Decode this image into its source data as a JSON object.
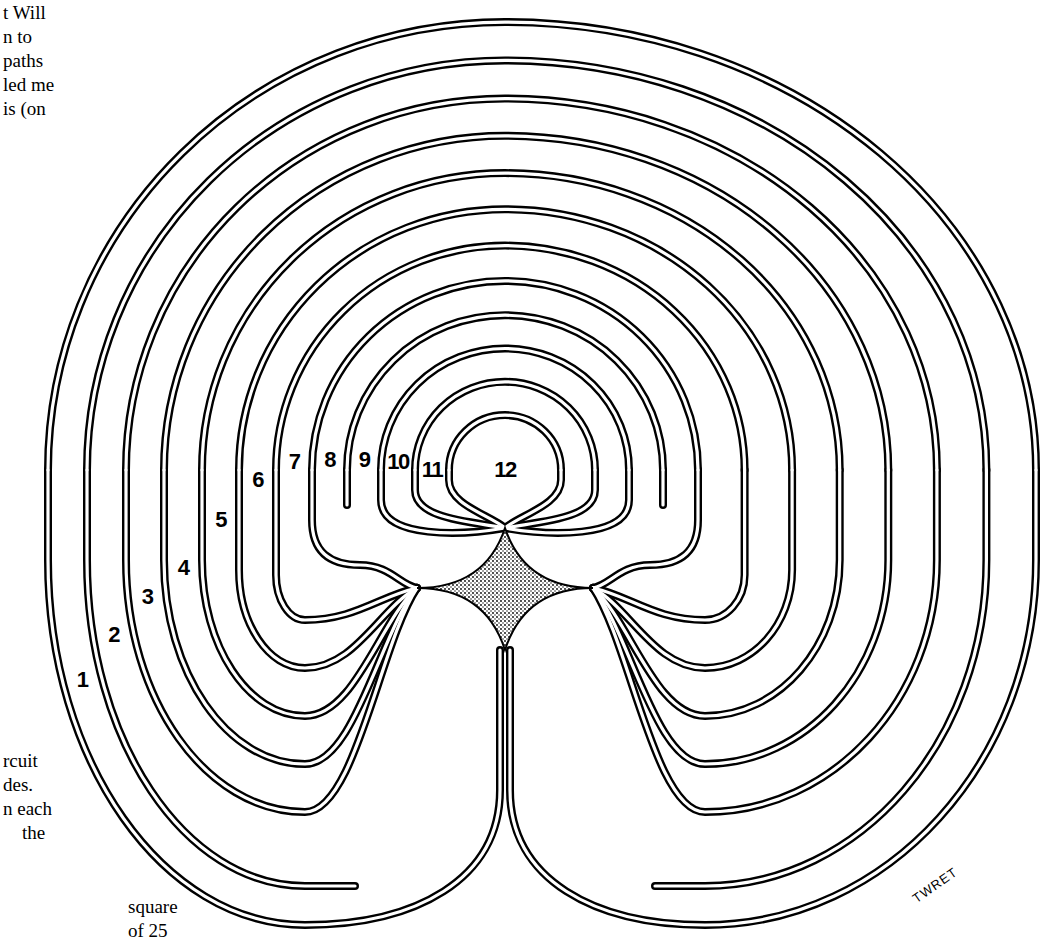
{
  "diagram": {
    "labels": [
      "t Will",
      "n to",
      "paths",
      "led me",
      "is (on",
      "1",
      "2",
      "3",
      "4",
      "5",
      "6",
      "7",
      "8",
      "9",
      "10",
      "11",
      "12",
      "rcuit",
      "des.",
      "n each",
      "the",
      "square",
      "of 25",
      "TWRET"
    ]
  }
}
